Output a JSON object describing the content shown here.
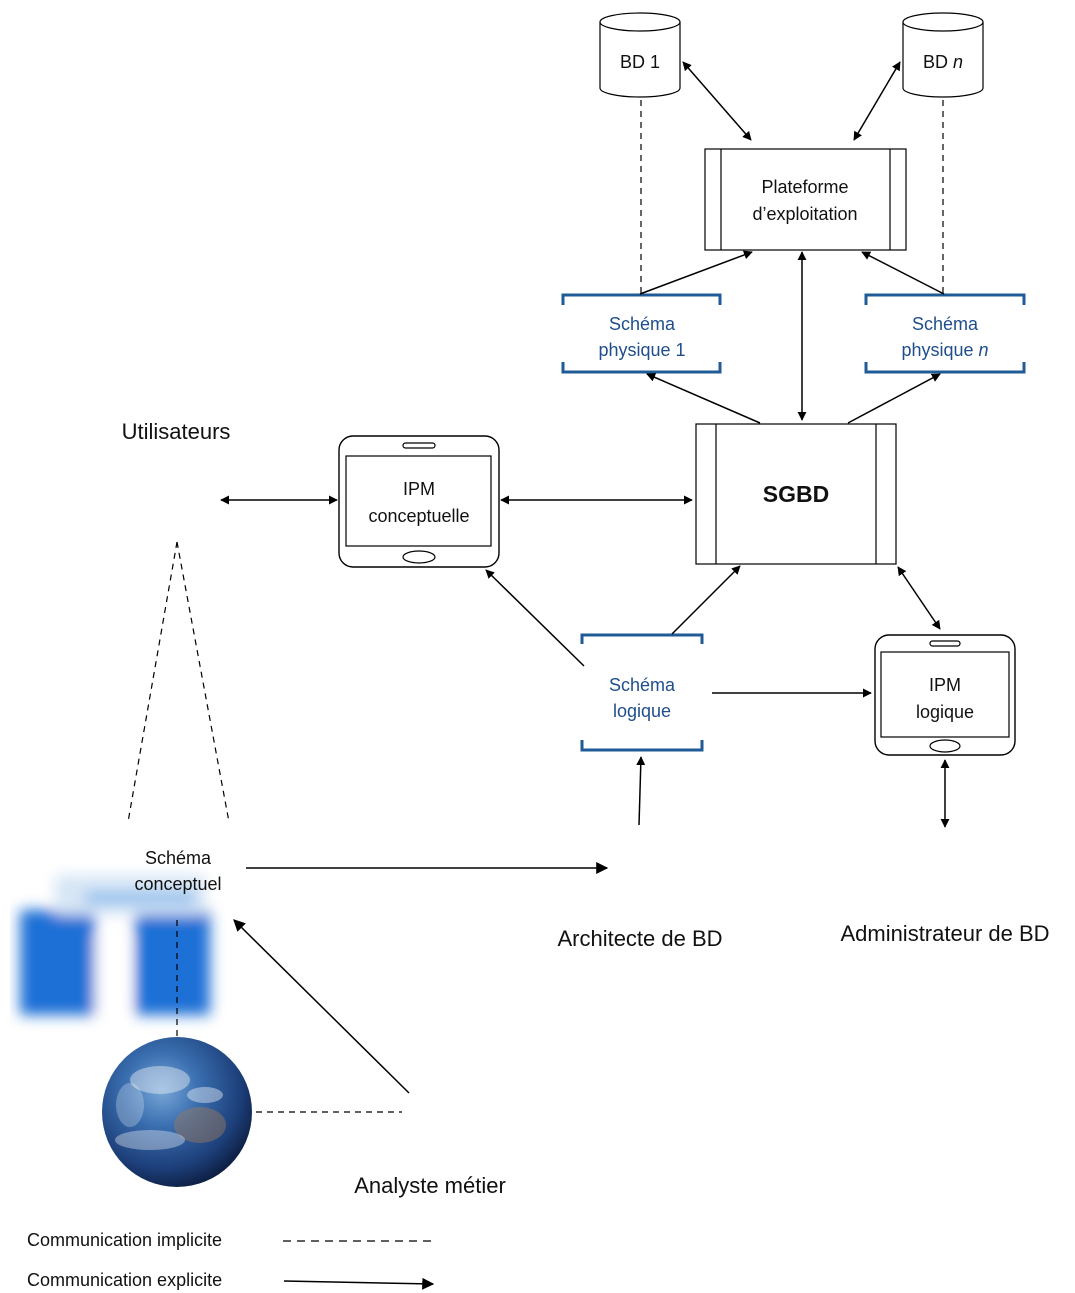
{
  "colors": {
    "line": "#000000",
    "schema_bracket": "#1f5b96",
    "schema_text": "#1f4e8c",
    "earth_ocean": "#2a5fa8",
    "blur_blue": "#1a6fd6"
  },
  "databases": {
    "db1": "BD 1",
    "dbn_prefix": "BD ",
    "dbn_suffix": "n"
  },
  "platform": {
    "line1": "Plateforme",
    "line2": "d’exploitation"
  },
  "schema_physique_1": {
    "line1": "Schéma",
    "line2": "physique 1"
  },
  "schema_physique_n": {
    "line1": "Schéma",
    "line2_prefix": "physique ",
    "line2_suffix": "n"
  },
  "sgbd": "SGBD",
  "ipm_conceptuelle": {
    "line1": "IPM",
    "line2": "conceptuelle"
  },
  "ipm_logique": {
    "line1": "IPM",
    "line2": "logique"
  },
  "schema_logique": {
    "line1": "Schéma",
    "line2": "logique"
  },
  "schema_conceptuel": {
    "line1": "Schéma",
    "line2": "conceptuel"
  },
  "actors": {
    "utilisateurs": "Utilisateurs",
    "architecte": "Architecte de BD",
    "administrateur": "Administrateur de BD",
    "analyste": "Analyste métier"
  },
  "legend": {
    "implicit": "Communication implicite",
    "explicit": "Communication explicite"
  }
}
